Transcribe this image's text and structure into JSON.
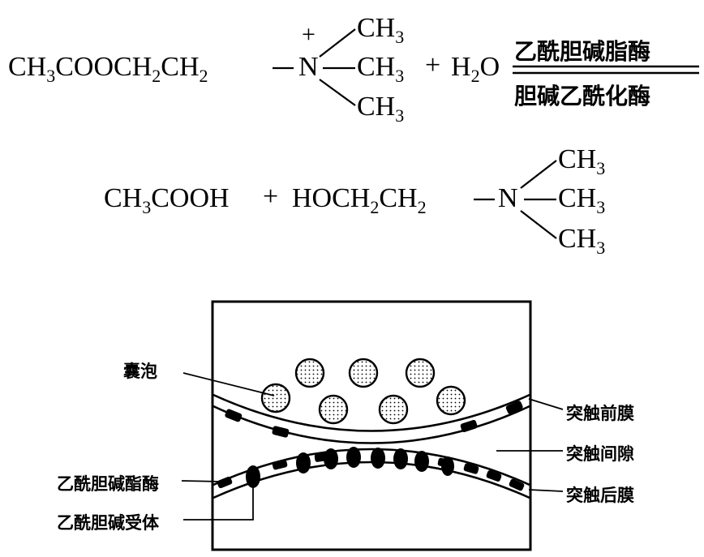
{
  "reaction": {
    "reactant_acyl": [
      "CH",
      "3",
      "COOCH",
      "2",
      "CH",
      "2"
    ],
    "charge": "+",
    "n_atom": "N",
    "methyl": [
      "CH",
      "3"
    ],
    "plus": "+",
    "water": [
      "H",
      "2",
      "O"
    ],
    "enzyme_forward": "乙酰胆碱脂酶",
    "enzyme_reverse": "胆碱乙酰化酶",
    "product_acid": [
      "CH",
      "3",
      "COOH"
    ],
    "product_choline": [
      "HOCH",
      "2",
      "CH",
      "2"
    ]
  },
  "diagram": {
    "label_vesicle": "囊泡",
    "label_presynaptic": "突触前膜",
    "label_cleft": "突触间隙",
    "label_postsynaptic": "突触后膜",
    "label_ache": "乙酰胆碱酯酶",
    "label_receptor": "乙酰胆碱受体"
  }
}
